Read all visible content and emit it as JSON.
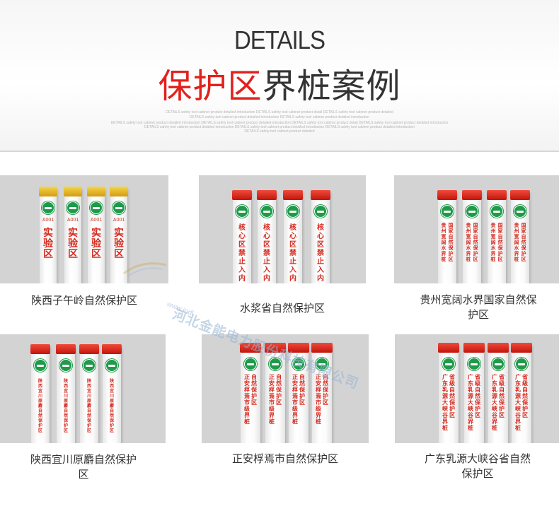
{
  "header": {
    "details": "DETAILS",
    "title_red": "保护区",
    "title_dark": "界桩案例",
    "fine_print": [
      "DETAILS safety tool cabinet product detailed introduction DETAILS safety tool cabinet product detail DETAILS safety tool cabinet product detailed",
      "DETAILS safety tool cabinet product detailed introduction DETAILS safety tool cabinet product detailed introduction",
      "DETAILS safety tool cabinet product detailed introduction DETAILS safety tool cabinet product detailed introduction DETAILS safety tool cabinet product detail DETAILS safety tool cabinet product detailed introduction",
      "DETAILS safety tool cabinet product detailed introduction DETAILS safety tool cabinet product detailed introduction DETAILS safety tool cabinet product detailed introduction",
      "DETAILS safety tool cabinet product detailed"
    ]
  },
  "cases": [
    {
      "caption": "陕西子午岭自然保护区",
      "cap_color": "#e0b21f",
      "post_code": "A001",
      "post_text": "实验区"
    },
    {
      "caption": "水浆省自然保护区",
      "cap_color": "#d9281c",
      "post_text": "核心区 禁止入内"
    },
    {
      "caption": "贵州宽阔水界国家自然保护区",
      "cap_color": "#d9281c",
      "post_text_left": "贵州宽阔水界桩",
      "post_text_right": "国家自然保护区"
    },
    {
      "caption": "陕西宜川原麝自然保护区",
      "cap_color": "#d9281c",
      "post_text": "陕西宜川原麝自然保护区"
    },
    {
      "caption": "正安桴焉市自然保护区",
      "cap_color": "#d9281c",
      "post_text_left": "正安桴焉市级界桩",
      "post_text_right": "自然保护区"
    },
    {
      "caption": "广东乳源大峡谷省自然保护区",
      "cap_color": "#d9281c",
      "post_text_left": "广东乳源大峡谷界桩",
      "post_text_right": "省级自然保护区"
    }
  ],
  "watermark": {
    "company": "河北金能电力股份科技有限公司",
    "url": "www.jndl"
  }
}
